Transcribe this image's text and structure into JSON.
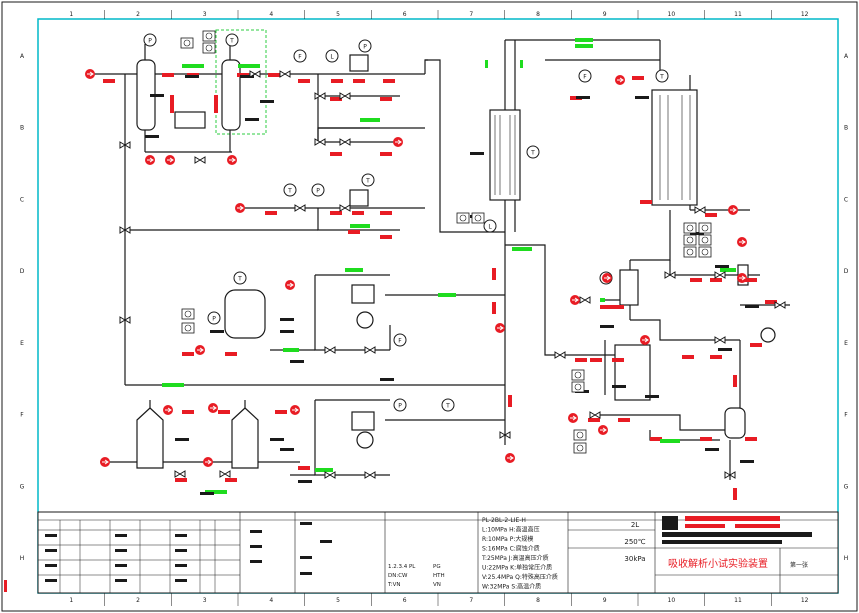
{
  "drawing": {
    "grid_columns": [
      "1",
      "2",
      "3",
      "4",
      "5",
      "6",
      "7",
      "8",
      "9",
      "10",
      "11",
      "12"
    ],
    "grid_rows": [
      "A",
      "B",
      "C",
      "D",
      "E",
      "F",
      "G",
      "H"
    ],
    "title_cn": "吸收解析小试实验装置",
    "sheet_mark": "第一张"
  },
  "title_block": {
    "spec_lines": [
      "PL-2BL-2-LIE-H",
      "L:10MPa H:高温高压",
      "R:10MPa P:大规模",
      "S:16MPa C:腐蚀介质",
      "T:25MPa J:高温高压介质",
      "U:22MPa K:单独常压介质",
      "V:25.4MPa Q:特殊高压介质",
      "W:32MPa S:高温介质"
    ],
    "notes": [
      "1.2.3.4 PL",
      "DN:CW",
      "T:VN",
      "PG",
      "HTH",
      "VN"
    ],
    "params": [
      {
        "label": "",
        "value": "2L"
      },
      {
        "label": "",
        "value": "250℃"
      },
      {
        "label": "",
        "value": "30kPa"
      }
    ]
  },
  "instruments": [
    "P",
    "T",
    "F",
    "L",
    "P",
    "T",
    "P",
    "T",
    "T",
    "P",
    "F",
    "T",
    "P",
    "T",
    "L",
    "F",
    "T",
    "P"
  ],
  "colors": {
    "line": "#1a1a1a",
    "frame": "#00b8c8",
    "valve_marker": "#e81c24",
    "flow_marker": "#1fdc1f",
    "instrument_fill": "#ffffff",
    "dashed_border": "#2ecc40",
    "title_red": "#e81c24"
  }
}
